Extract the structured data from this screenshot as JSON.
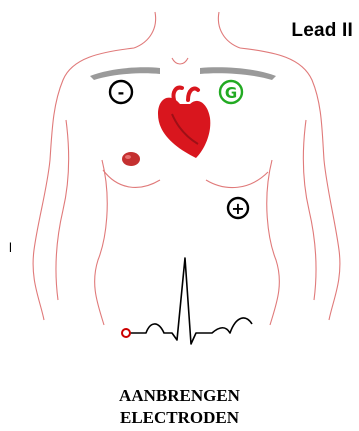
{
  "lead_label": "Lead II",
  "stray_mark": "l",
  "electrodes": {
    "negative": {
      "symbol": "-",
      "color": "#000000"
    },
    "ground": {
      "symbol": "G",
      "color": "#22aa22"
    },
    "positive": {
      "symbol": "+",
      "color": "#000000"
    }
  },
  "caption": {
    "line1": "AANBRENGEN",
    "line2": "ELECTRODEN"
  },
  "colors": {
    "body_outline": "#e07a7a",
    "clavicle": "#9a9a9a",
    "heart": "#d9161e",
    "ecg_trace": "#000000",
    "ecg_start_marker": "#cc0000"
  }
}
